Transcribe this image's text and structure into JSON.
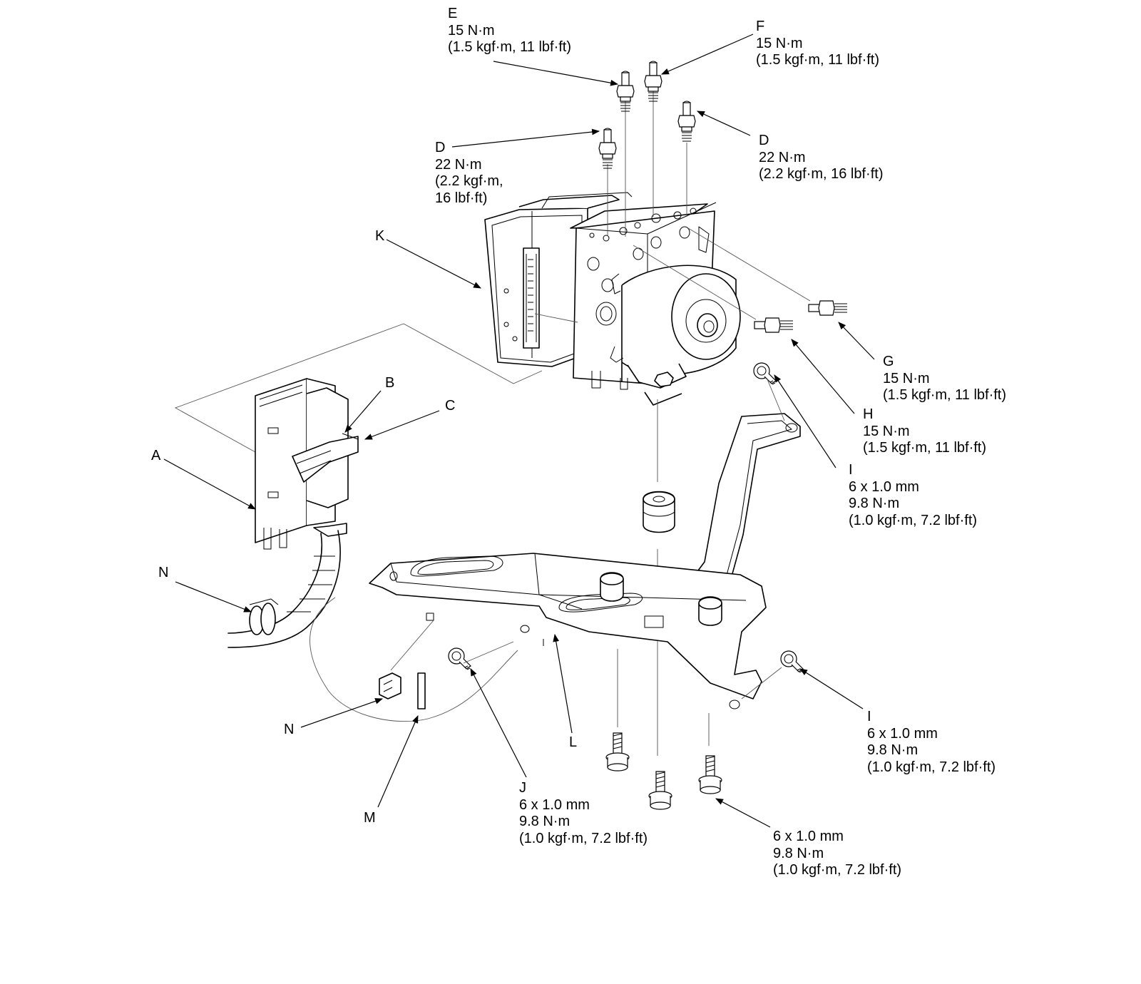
{
  "callouts": {
    "E": {
      "letter": "E",
      "torque": "15 N·m",
      "imperial": "(1.5 kgf·m, 11 lbf·ft)"
    },
    "F": {
      "letter": "F",
      "torque": "15 N·m",
      "imperial": "(1.5 kgf·m, 11 lbf·ft)"
    },
    "D_left": {
      "letter": "D",
      "torque": "22 N·m",
      "imperial_1": "(2.2 kgf·m,",
      "imperial_2": "16 lbf·ft)"
    },
    "D_right": {
      "letter": "D",
      "torque": "22 N·m",
      "imperial": "(2.2 kgf·m, 16 lbf·ft)"
    },
    "K": {
      "letter": "K"
    },
    "B": {
      "letter": "B"
    },
    "C": {
      "letter": "C"
    },
    "A": {
      "letter": "A"
    },
    "G": {
      "letter": "G",
      "torque": "15 N·m",
      "imperial": "(1.5 kgf·m, 11 lbf·ft)"
    },
    "H": {
      "letter": "H",
      "torque": "15 N·m",
      "imperial": "(1.5 kgf·m, 11 lbf·ft)"
    },
    "I_upper": {
      "letter": "I",
      "size": "6 x 1.0 mm",
      "torque": "9.8 N·m",
      "imperial": "(1.0 kgf·m, 7.2 lbf·ft)"
    },
    "I_lower": {
      "letter": "I",
      "size": "6 x 1.0 mm",
      "torque": "9.8 N·m",
      "imperial": "(1.0 kgf·m, 7.2 lbf·ft)"
    },
    "N_upper": {
      "letter": "N"
    },
    "N_lower": {
      "letter": "N"
    },
    "L": {
      "letter": "L"
    },
    "M": {
      "letter": "M"
    },
    "J": {
      "letter": "J",
      "size": "6 x 1.0 mm",
      "torque": "9.8 N·m",
      "imperial": "(1.0 kgf·m, 7.2 lbf·ft)"
    },
    "bottom_bolts": {
      "size": "6 x 1.0 mm",
      "torque": "9.8 N·m",
      "imperial": "(1.0 kgf·m, 7.2 lbf·ft)"
    }
  }
}
